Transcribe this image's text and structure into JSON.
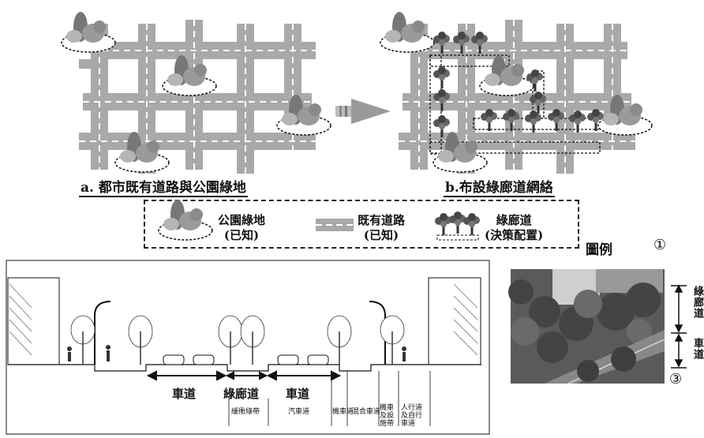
{
  "panel_a": {
    "caption": "a. 都市既有道路與公園綠地"
  },
  "panel_b": {
    "caption": "b.布設綠廊道網絡"
  },
  "legend": {
    "label": "圖例",
    "park": {
      "line1": "公園綠地",
      "line2": "(已知)"
    },
    "road": {
      "line1": "既有道路",
      "line2": "(已知)"
    },
    "greenway": {
      "line1": "綠廊道",
      "line2": "(決策配置)"
    }
  },
  "markers": {
    "one": "①",
    "three": "③"
  },
  "section": {
    "dim_lane_left": "車道",
    "dim_greenway": "綠廊道",
    "dim_lane_right": "車道",
    "sub_labels": [
      "緩衝綠帶",
      "汽車道",
      "機車道",
      "混合車道",
      "機車及設施帶",
      "人行道及自行車道"
    ]
  },
  "photo": {
    "label_greenway": "綠廊道",
    "label_lane": "車道"
  },
  "colors": {
    "road": "#a9a9a9",
    "tree": "#6b6b6b",
    "line": "#111111"
  }
}
